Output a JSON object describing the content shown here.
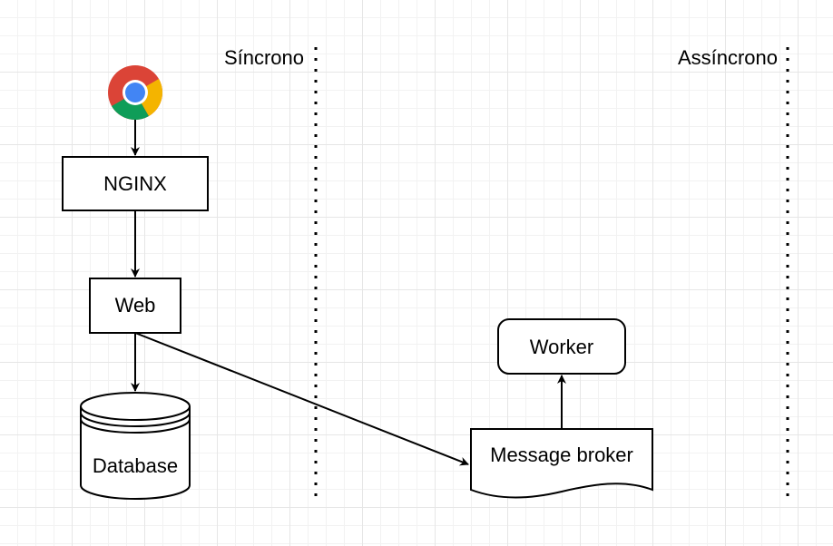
{
  "lanes": {
    "sync_label": "Síncrono",
    "async_label": "Assíncrono"
  },
  "nodes": {
    "browser": {
      "icon": "chrome-browser-icon"
    },
    "nginx": {
      "label": "NGINX"
    },
    "web": {
      "label": "Web"
    },
    "database": {
      "label": "Database"
    },
    "broker": {
      "label": "Message broker"
    },
    "worker": {
      "label": "Worker"
    }
  },
  "edges": [
    {
      "from": "browser",
      "to": "nginx"
    },
    {
      "from": "nginx",
      "to": "web"
    },
    {
      "from": "web",
      "to": "database"
    },
    {
      "from": "web",
      "to": "broker"
    },
    {
      "from": "broker",
      "to": "worker"
    }
  ],
  "colors": {
    "chrome_red": "#db4437",
    "chrome_green": "#0f9d58",
    "chrome_yellow": "#f4b400",
    "chrome_blue": "#4285f4",
    "stroke": "#000000",
    "grid": "#e6e6e6"
  }
}
